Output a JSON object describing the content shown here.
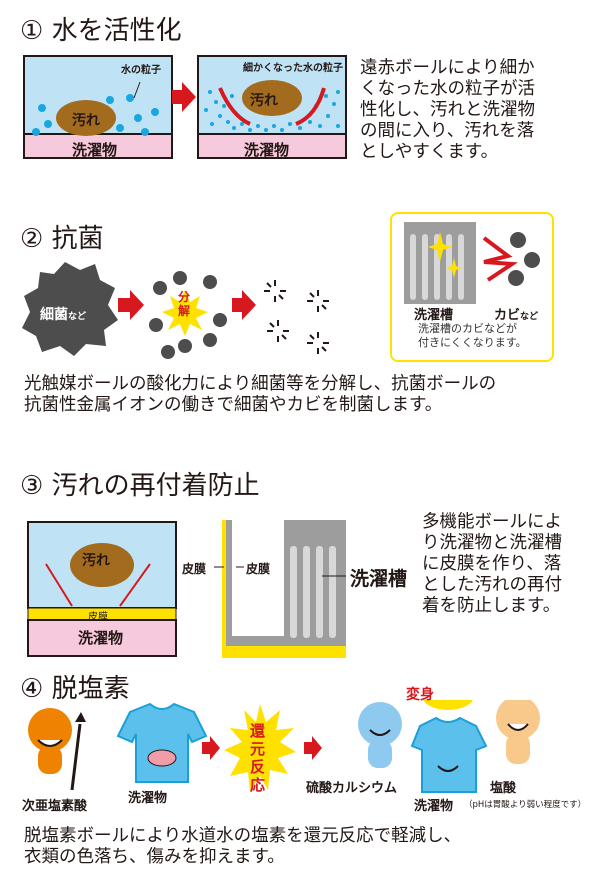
{
  "section1": {
    "title": "① 水を活性化",
    "water_particles_label": "水の粒子",
    "fine_particles_label": "細かくなった水の粒子",
    "dirt_label": "汚れ",
    "laundry_label": "洗濯物",
    "description": "遠赤ボールにより細か\nくなった水の粒子が活\n性化し、汚れと洗濯物\nの間に入り、汚れを落\nとしやすくます。"
  },
  "section2": {
    "title": "② 抗菌",
    "bacteria_label": "細菌",
    "bacteria_suffix": "など",
    "decompose_label": "分解",
    "tub_label": "洗濯槽",
    "mold_label": "カビ",
    "mold_suffix": "など",
    "callout_text": "洗濯槽のカビなどが\n付きにくくなります。",
    "description": "光触媒ボールの酸化力により細菌等を分解し、抗菌ボールの\n抗菌性金属イオンの働きで細菌やカビを制菌します。"
  },
  "section3": {
    "title": "③ 汚れの再付着防止",
    "dirt_label": "汚れ",
    "film_label": "皮膜",
    "laundry_label": "洗濯物",
    "film_left_label": "皮膜",
    "film_right_label": "皮膜",
    "tub_label": "洗濯槽",
    "description": "多機能ボールによ\nり洗濯物と洗濯槽\nに皮膜を作り、落\nとした汚れの再付\n着を防止します。"
  },
  "section4": {
    "title": "④ 脱塩素",
    "hypochlorous_label": "次亜塩素酸",
    "laundry_before_label": "洗濯物",
    "reaction_label": "還元反応",
    "calcium_sulfate_label": "硫酸カルシウム",
    "transform_label": "変身",
    "laundry_after_label": "洗濯物",
    "hydrochloric_label": "塩酸",
    "ph_note": "（pHは胃酸より弱い程度です）",
    "description": "脱塩素ボールにより水道水の塩素を還元反応で軽減し、\n衣類の色落ち、傷みを抑えます。"
  },
  "colors": {
    "water": "#bfe3f5",
    "pink": "#f6c9dc",
    "dirt": "#a36b1e",
    "red": "#d7191f",
    "yellow": "#ffe100",
    "germ": "#4d4d4d",
    "gray": "#9d9d9d"
  }
}
